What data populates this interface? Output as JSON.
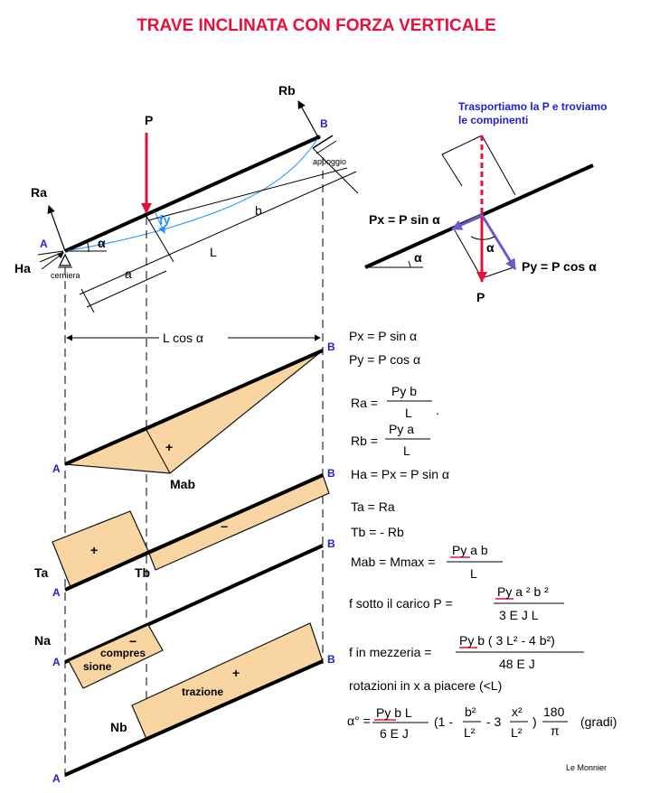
{
  "title": "TRAVE INCLINATA CON FORZA VERTICALE",
  "beam_labels": {
    "P": "P",
    "Rb": "Rb",
    "B": "B",
    "appoggio": "appoggio",
    "Ra": "Ra",
    "A": "A",
    "alpha": "α",
    "fy": "fy",
    "b": "b",
    "L": "L",
    "a": "a",
    "Ha": "Ha",
    "cerniera": "cerniera",
    "Lcos": "L cos α"
  },
  "decomp": {
    "note_line1": "Trasportiamo la P e troviamo",
    "note_line2": "le compinenti",
    "Px": "Px = P sin α",
    "Py": "Py = P cos α",
    "P": "P",
    "alpha1": "α",
    "alpha2": "α"
  },
  "diagrams": {
    "M": {
      "A": "A",
      "B": "B",
      "sign": "+",
      "label": "Mab"
    },
    "T": {
      "A": "A",
      "B": "B",
      "plus": "+",
      "minus": "−",
      "Ta": "Ta",
      "Tb": "Tb"
    },
    "N": {
      "A": "A",
      "B": "B",
      "minus": "−",
      "Na": "Na",
      "compres": "compres",
      "sione": "sione",
      "plus": "+",
      "trazione": "trazione",
      "Nb": "Nb"
    },
    "bottom_A": "A"
  },
  "formulas": {
    "px": "Px = P sin α",
    "py": "Py = P cos α",
    "ra_lhs": "Ra =",
    "ra_num": "Py  b",
    "ra_den": "L",
    "ra_dot": ".",
    "rb_lhs": "Rb =",
    "rb_num": "Py  a",
    "rb_den": "L",
    "ha": "Ha = Px = P sin α",
    "ta": "Ta = Ra",
    "tb": "Tb = - Rb",
    "mab_lhs": "Mab = Mmax =",
    "mab_num": "Py  a  b",
    "mab_den": "L",
    "fs_lhs": "f sotto il carico P  =",
    "fs_num": "Py  a ² b ²",
    "fs_den": "3 E J L",
    "fm_lhs": "f in mezzeria =",
    "fm_num": "Py  b  ( 3 L² - 4 b²)",
    "fm_den": "48 E J",
    "rot": "rotazioni  in x a piacere (<L)",
    "alpha_lhs": "α° =",
    "alpha_num": "Py   b L",
    "alpha_den": "6 E J",
    "paren_open": "(1 -",
    "b2": "b²",
    "L2a": "L²",
    "minus3": "- 3",
    "x2": "x²",
    "L2b": "L²",
    "paren_close": ")",
    "n180": "180",
    "pi": "π",
    "gradi": "(gradi)"
  },
  "footer": "Le Monnier",
  "colors": {
    "title": "#e8103a",
    "load": "#e8103a",
    "component": "#6a5acd",
    "fill": "#f9d5a2",
    "deflection": "#1e90ff"
  }
}
